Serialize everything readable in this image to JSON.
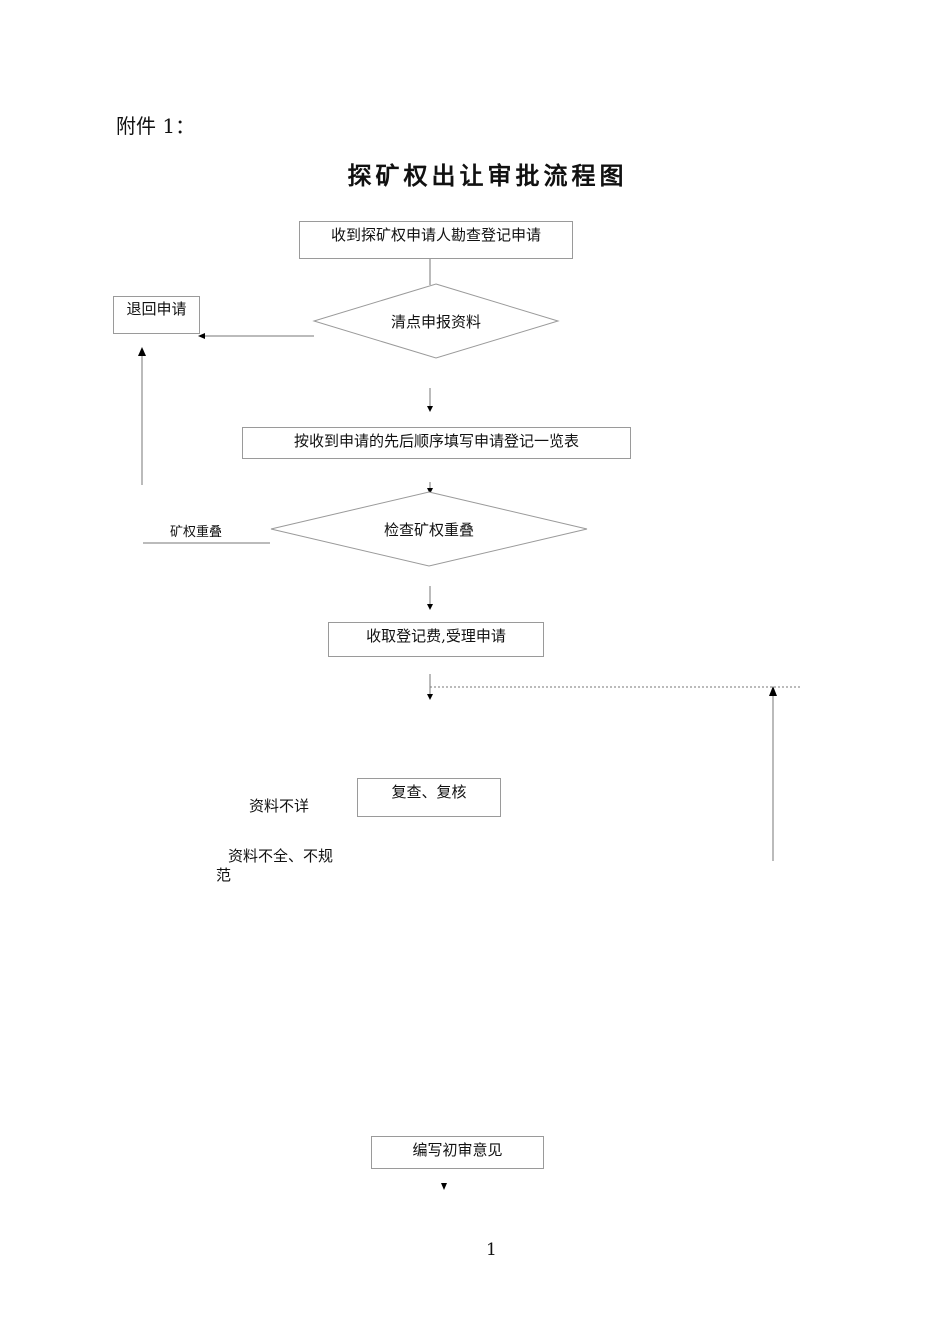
{
  "header": {
    "attachment_label": "附件 1："
  },
  "title": "探矿权出让审批流程图",
  "nodes": {
    "receive_application": "收到探矿权申请人勘查登记申请",
    "check_materials": "清点申报资料",
    "return_application": "退回申请",
    "fill_register": "按收到申请的先后顺序填写申请登记一览表",
    "check_overlap": "检查矿权重叠",
    "collect_fee": "收取登记费,受理申请",
    "review": "复查、复核",
    "write_opinion": "编写初审意见"
  },
  "edge_labels": {
    "overlap": "矿权重叠",
    "unclear": "资料不详",
    "incomplete_line1": "资料不全、不规",
    "incomplete_line2": "范"
  },
  "footer": {
    "page_number": "1"
  }
}
